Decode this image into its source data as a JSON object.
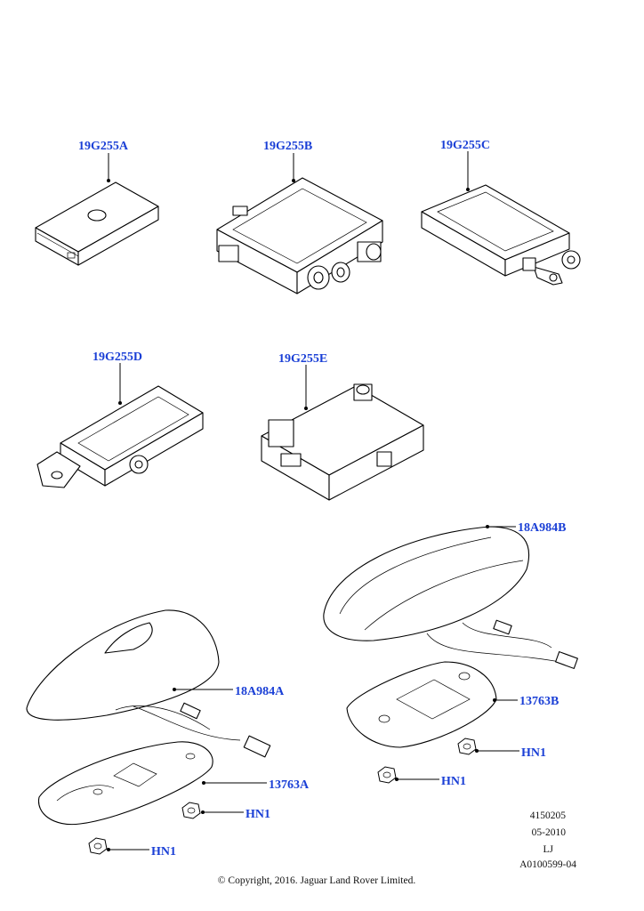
{
  "parts": {
    "module_a": "19G255A",
    "module_b": "19G255B",
    "module_c": "19G255C",
    "module_d": "19G255D",
    "module_e": "19G255E",
    "antenna_a": "18A984A",
    "antenna_b": "18A984B",
    "gasket_a": "13763A",
    "gasket_b": "13763B",
    "nut": "HN1"
  },
  "meta": {
    "ref_number": "4150205",
    "date": "05-2010",
    "initials": "LJ",
    "drawing_id": "A0100599-04"
  },
  "copyright": "© Copyright, 2016. Jaguar Land Rover Limited.",
  "colors": {
    "callout": "#1a3fd6",
    "line": "#000000"
  }
}
